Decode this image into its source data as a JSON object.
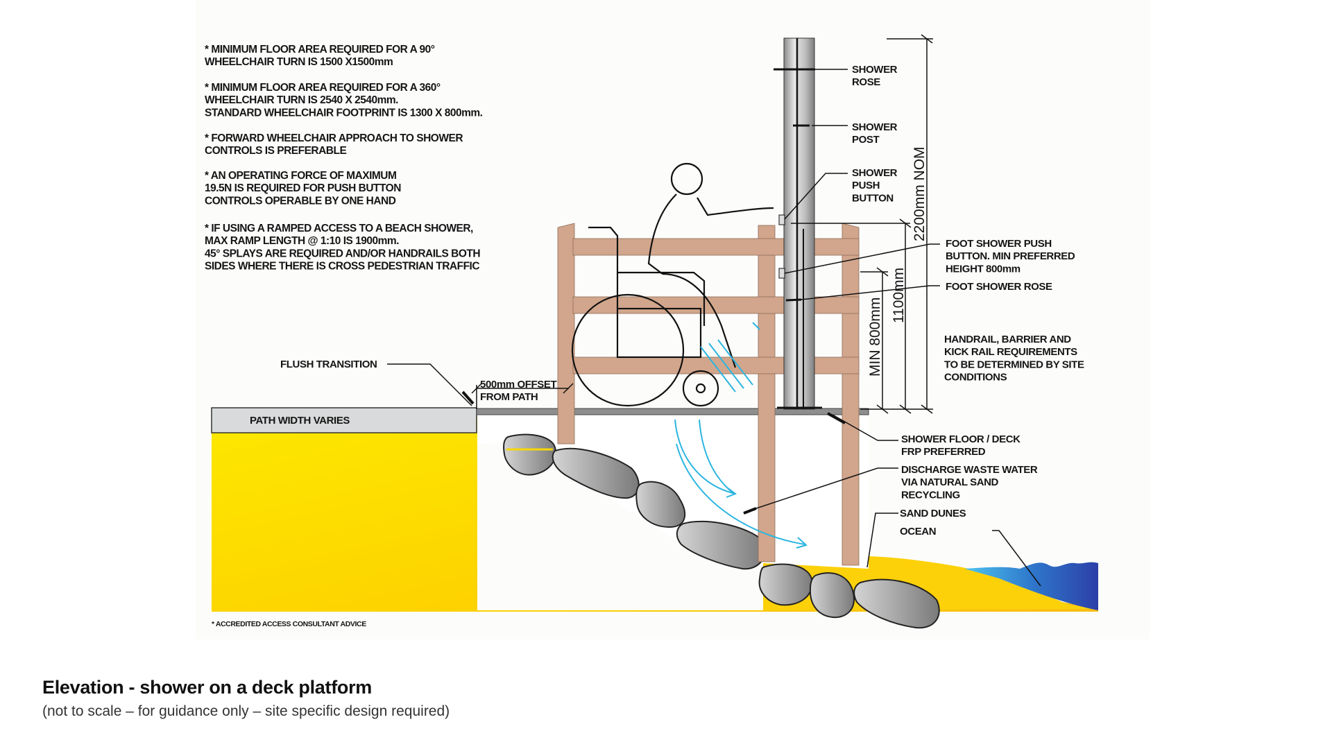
{
  "diagram": {
    "notes": [
      [
        "* MINIMUM FLOOR AREA REQUIRED FOR A 90°",
        "WHEELCHAIR TURN IS 1500 X1500mm"
      ],
      [
        "* MINIMUM FLOOR AREA REQUIRED FOR A 360°",
        "WHEELCHAIR TURN IS 2540 X 2540mm.",
        "STANDARD WHEELCHAIR FOOTPRINT IS 1300 X 800mm."
      ],
      [
        "* FORWARD WHEELCHAIR APPROACH TO SHOWER",
        "CONTROLS IS PREFERABLE"
      ],
      [
        "* AN OPERATING FORCE OF MAXIMUM",
        "19.5N IS REQUIRED FOR PUSH BUTTON",
        "CONTROLS OPERABLE BY ONE HAND"
      ],
      [
        "* IF USING A RAMPED ACCESS TO A BEACH SHOWER,",
        "MAX RAMP LENGTH @ 1:10 IS 1900mm.",
        "45° SPLAYS ARE REQUIRED AND/OR HANDRAILS BOTH",
        "SIDES WHERE THERE IS CROSS PEDESTRIAN TRAFFIC"
      ]
    ],
    "labels": {
      "shower_rose": [
        "SHOWER",
        "ROSE"
      ],
      "shower_post": [
        "SHOWER",
        "POST"
      ],
      "shower_push_button": [
        "SHOWER",
        "PUSH",
        "BUTTON"
      ],
      "foot_shower_push_button": [
        "FOOT SHOWER PUSH",
        "BUTTON. MIN PREFERRED",
        "HEIGHT 800mm"
      ],
      "foot_shower_rose": [
        "FOOT SHOWER ROSE"
      ],
      "handrail_requirements": [
        "HANDRAIL, BARRIER AND",
        "KICK RAIL REQUIREMENTS",
        "TO BE DETERMINED BY SITE",
        "CONDITIONS"
      ],
      "flush_transition": [
        "FLUSH TRANSITION"
      ],
      "offset": [
        "500mm OFFSET",
        "FROM PATH"
      ],
      "path": [
        "PATH WIDTH VARIES"
      ],
      "shower_floor": [
        "SHOWER FLOOR / DECK",
        "FRP PREFERRED"
      ],
      "discharge": [
        "DISCHARGE WASTE WATER",
        "VIA NATURAL SAND",
        "RECYCLING"
      ],
      "sand_dunes": [
        "SAND DUNES"
      ],
      "ocean": [
        "OCEAN"
      ]
    },
    "dimensions": {
      "nominal_height": "2200mm NOM",
      "rail_height": "1100mm",
      "min_height": "MIN 800mm"
    },
    "footnote": "* ACCREDITED ACCESS CONSULTANT ADVICE",
    "colors": {
      "timber": "#d2a68c",
      "sand": "#fde000",
      "sand_deep": "#fcc40c",
      "water": "#2bb5e0",
      "ocean": "#2e4fb0",
      "path": "#d9dadb",
      "deck": "#8e8e8e"
    }
  },
  "caption": {
    "title": "Elevation - shower on a deck platform",
    "subtitle": "(not to scale – for guidance only – site specific design required)"
  }
}
